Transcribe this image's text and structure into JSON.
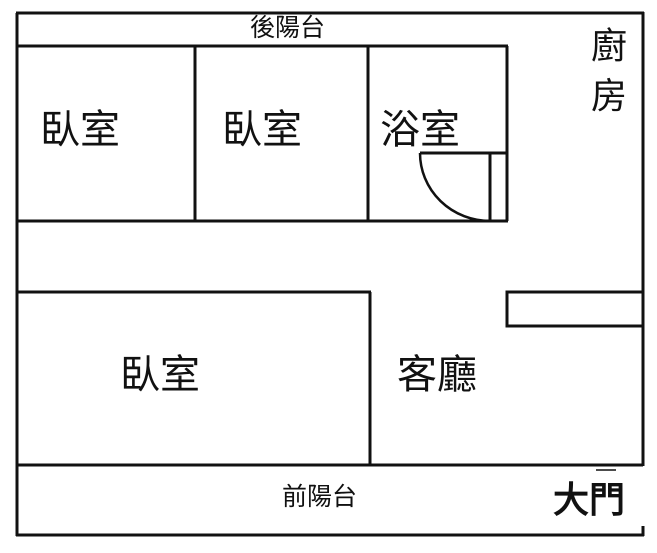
{
  "rooms": {
    "back_balcony": "後陽台",
    "bedroom_1": "臥室",
    "bedroom_2": "臥室",
    "bathroom": "浴室",
    "kitchen": "廚房",
    "bedroom_3": "臥室",
    "living_room": "客廳",
    "front_balcony": "前陽台",
    "main_door": "大門"
  }
}
